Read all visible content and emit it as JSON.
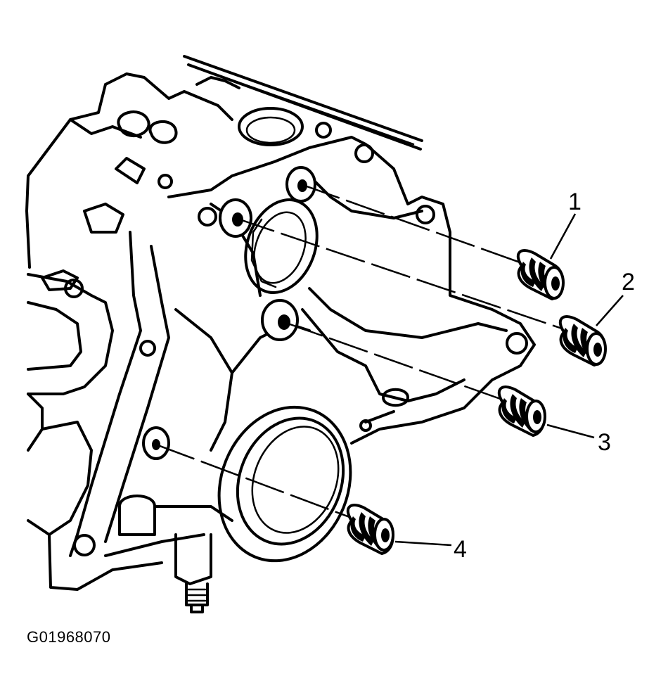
{
  "figure_id": "G01968070",
  "callouts": [
    {
      "number": "1",
      "part": "plug"
    },
    {
      "number": "2",
      "part": "plug"
    },
    {
      "number": "3",
      "part": "plug"
    },
    {
      "number": "4",
      "part": "plug"
    }
  ]
}
